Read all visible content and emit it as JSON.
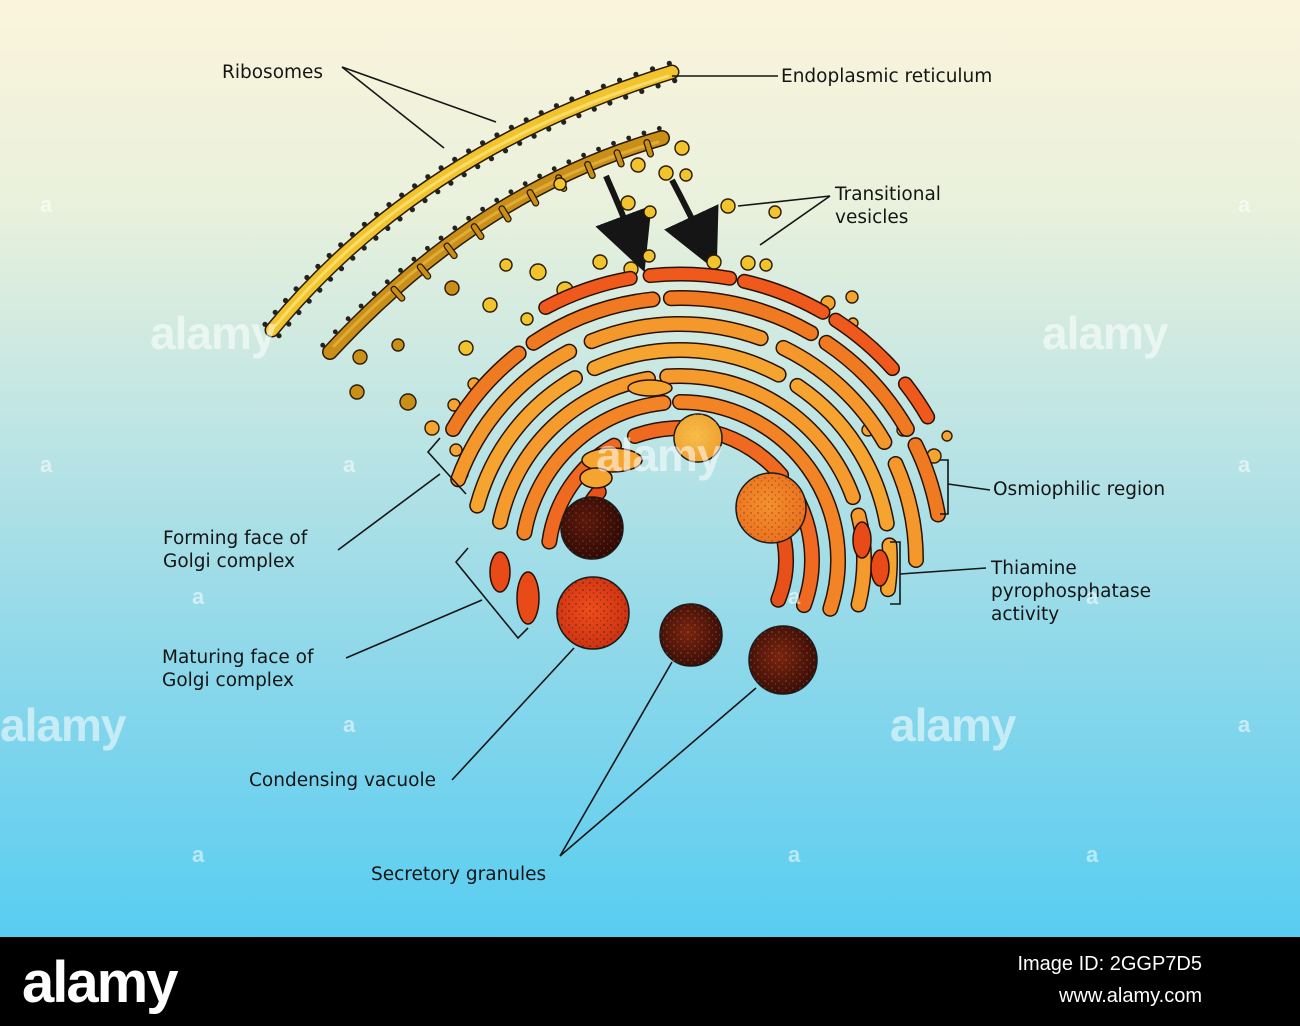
{
  "labels": {
    "ribosomes": "Ribosomes",
    "endoplasmic_reticulum": "Endoplasmic reticulum",
    "transitional_vesicles": [
      "Transitional",
      "vesicles"
    ],
    "osmiophilic_region": "Osmiophilic region",
    "forming_face": [
      "Forming face of",
      "Golgi complex"
    ],
    "thiamine": [
      "Thiamine",
      "pyrophosphatase",
      "activity"
    ],
    "maturing_face": [
      "Maturing face of",
      "Golgi complex"
    ],
    "condensing_vacuole": "Condensing vacuole",
    "secretory_granules": "Secretory granules"
  },
  "watermark": {
    "brand": "alamy",
    "mark": "a"
  },
  "footer": {
    "logo": "alamy",
    "image_id": "Image ID: 2GGP7D5",
    "url": "www.alamy.com"
  },
  "colors": {
    "er_light": "#f1c32c",
    "er_dark": "#c98f18",
    "golgi_outer": "#f6a430",
    "golgi_inner": "#ef5a1c",
    "granule_dark": "#4b1208",
    "vacuole": "#e4401a",
    "background_top": "#fbf4dc",
    "background_bottom": "#58cdf1"
  }
}
